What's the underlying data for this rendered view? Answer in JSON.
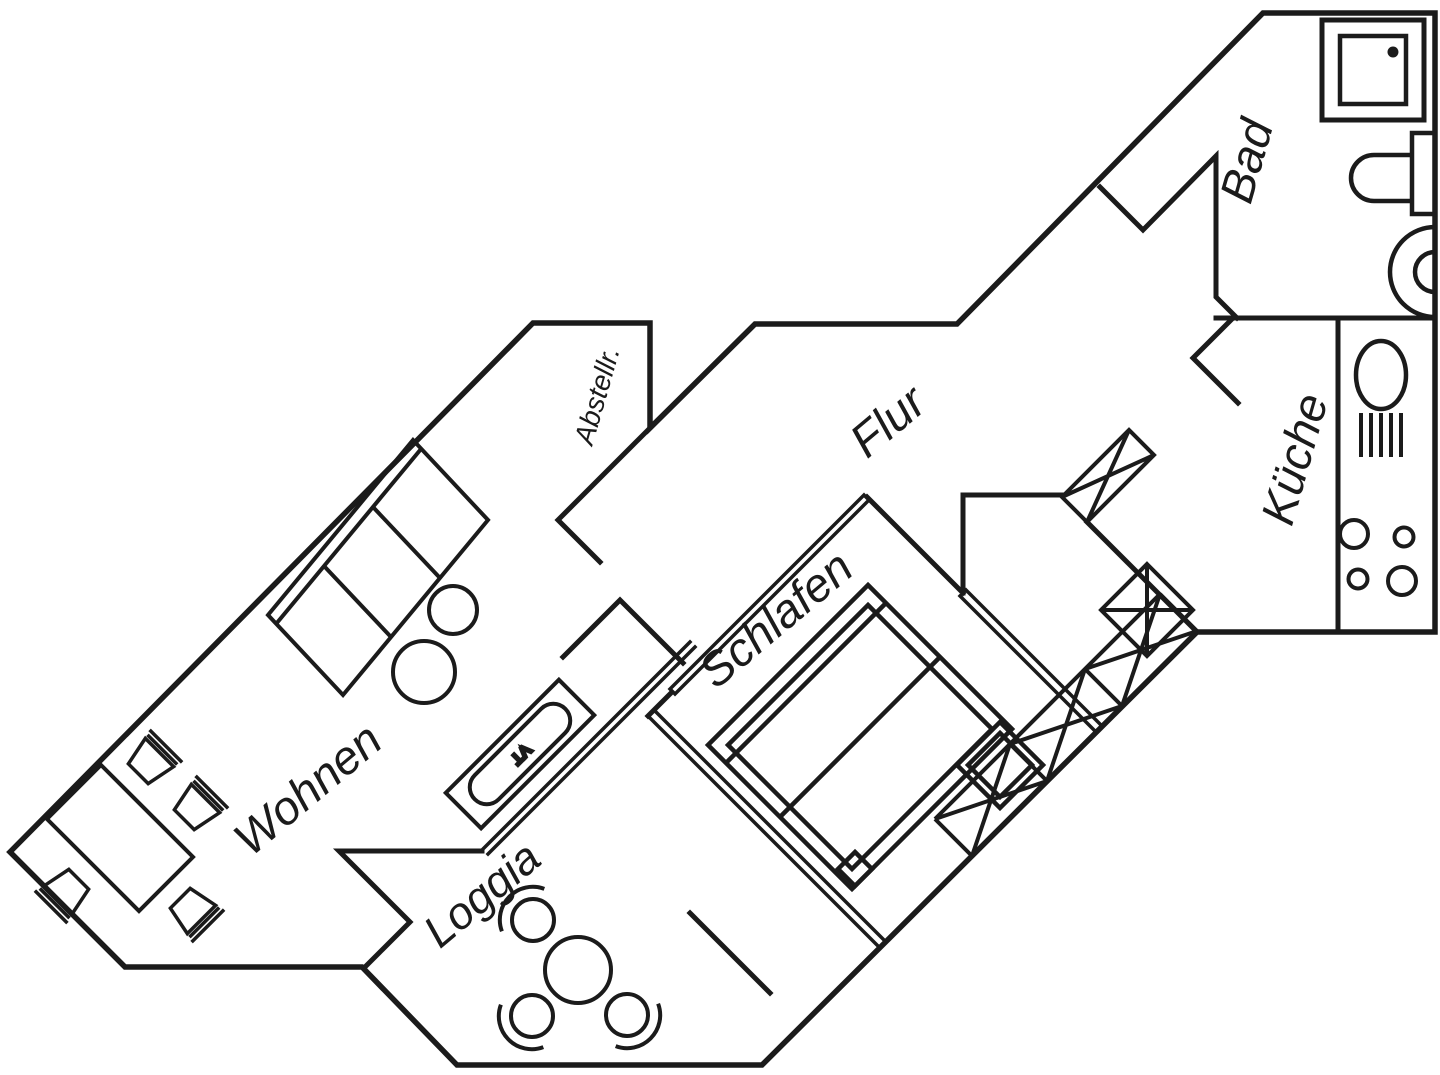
{
  "plan": {
    "rooms": {
      "wohnen": {
        "label": "Wohnen"
      },
      "loggia": {
        "label": "Loggia"
      },
      "schlafen": {
        "label": "Schlafen"
      },
      "flur": {
        "label": "Flur"
      },
      "abstellraum": {
        "label": "Abstellr."
      },
      "bad": {
        "label": "Bad"
      },
      "kueche": {
        "label": "Küche"
      }
    },
    "radiator": {
      "label": "VT"
    },
    "colors": {
      "line": "#1b1b1b",
      "background": "#ffffff"
    }
  }
}
